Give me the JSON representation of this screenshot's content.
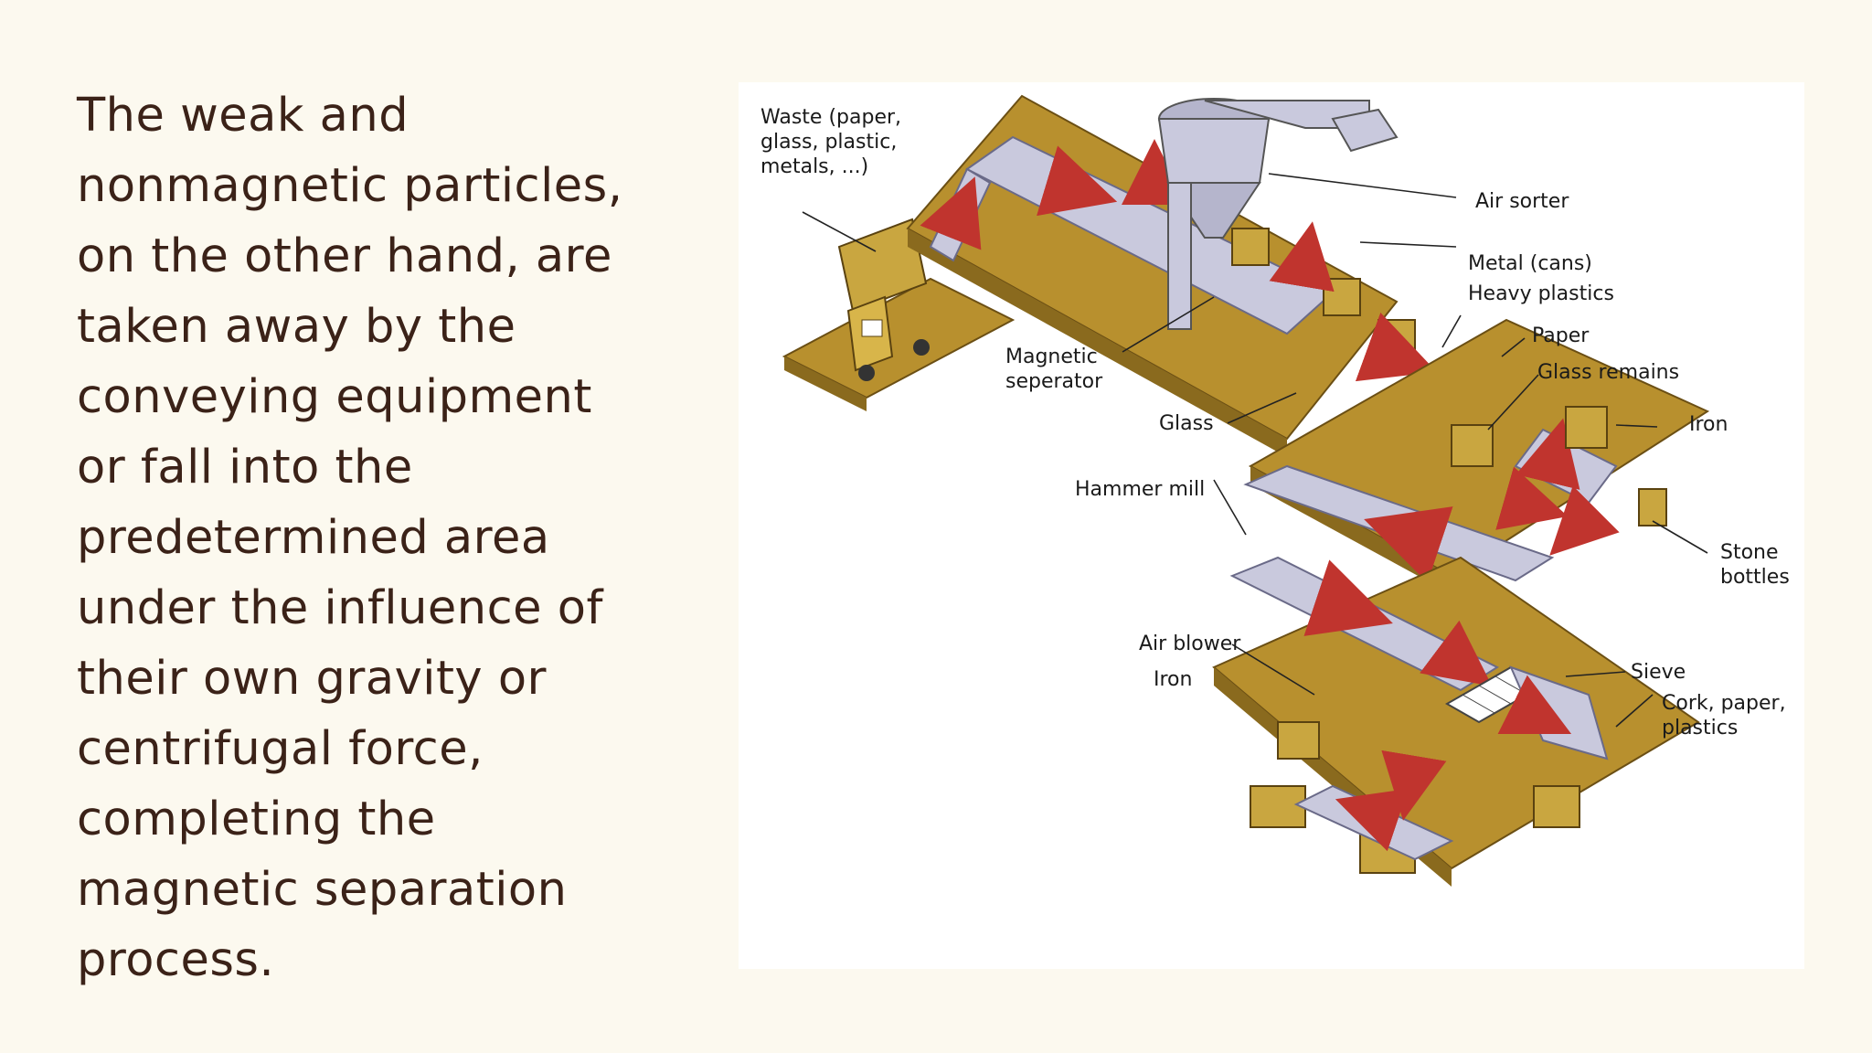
{
  "paragraph": {
    "lines": [
      "The weak and",
      "nonmagnetic particles,",
      "on the other hand, are",
      "taken away by the",
      "conveying equipment",
      "or fall into the",
      "predetermined area",
      "under the influence of",
      "their own gravity or",
      "centrifugal force,",
      "completing the",
      "magnetic separation",
      "process."
    ]
  },
  "diagram": {
    "labels": {
      "waste_1": "Waste (paper,",
      "waste_2": "glass, plastic,",
      "waste_3": "metals, ...)",
      "air_sorter": "Air sorter",
      "metal_cans": "Metal (cans)",
      "heavy_plastics": "Heavy plastics",
      "paper": "Paper",
      "glass_remains": "Glass remains",
      "iron_top": "Iron",
      "magnetic_1": "Magnetic",
      "magnetic_2": "seperator",
      "glass": "Glass",
      "hammer_mill": "Hammer mill",
      "stone_1": "Stone",
      "stone_2": "bottles",
      "air_blower": "Air blower",
      "iron_low": "Iron",
      "sieve": "Sieve",
      "cork_1": "Cork, paper,",
      "cork_2": "plastics"
    },
    "colors": {
      "platform": "#b8902e",
      "platform_dark": "#8a6a1e",
      "conveyor": "#c9c9dd",
      "conveyor_dark": "#9d9db8",
      "arrow": "#c0342e"
    }
  }
}
